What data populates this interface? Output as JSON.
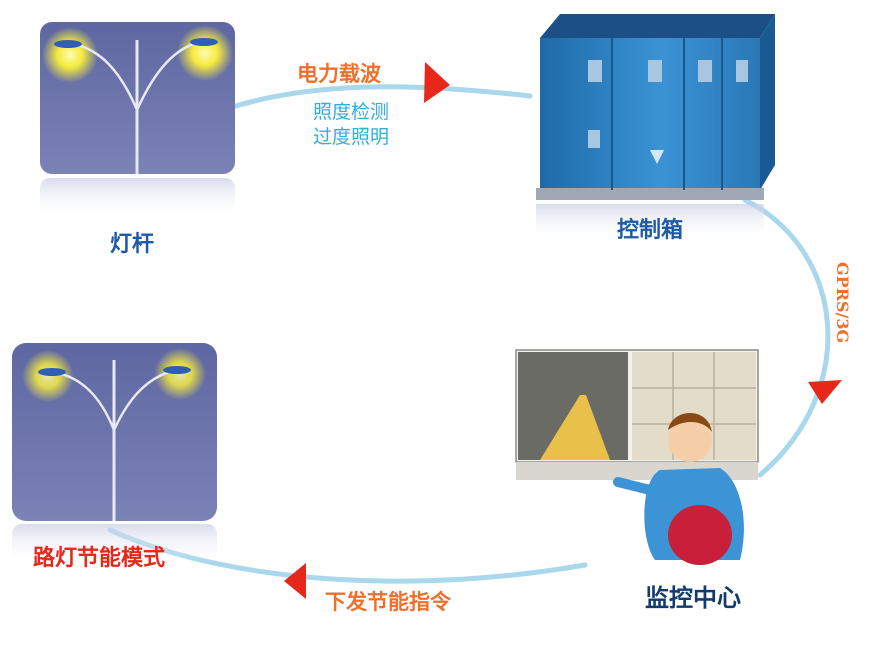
{
  "nodes": {
    "pole_top": {
      "label": "灯杆"
    },
    "control_box": {
      "label": "控制箱"
    },
    "monitor_center": {
      "label": "监控中心"
    },
    "pole_bottom": {
      "label": "路灯节能模式"
    }
  },
  "edges": {
    "power_carrier": {
      "label": "电力载波",
      "sub_lines": [
        "照度检测",
        "过度照明"
      ]
    },
    "gprs": {
      "label": "GPRS/3G"
    },
    "command": {
      "label": "下发节能指令"
    }
  },
  "colors": {
    "cycle_line": "#a9d7ec",
    "arrow": "#e8271b",
    "panel": "#6a72a8",
    "box": "#2f82c4",
    "edge_text": "#f0702b",
    "node_text": "#1f5aa6"
  }
}
